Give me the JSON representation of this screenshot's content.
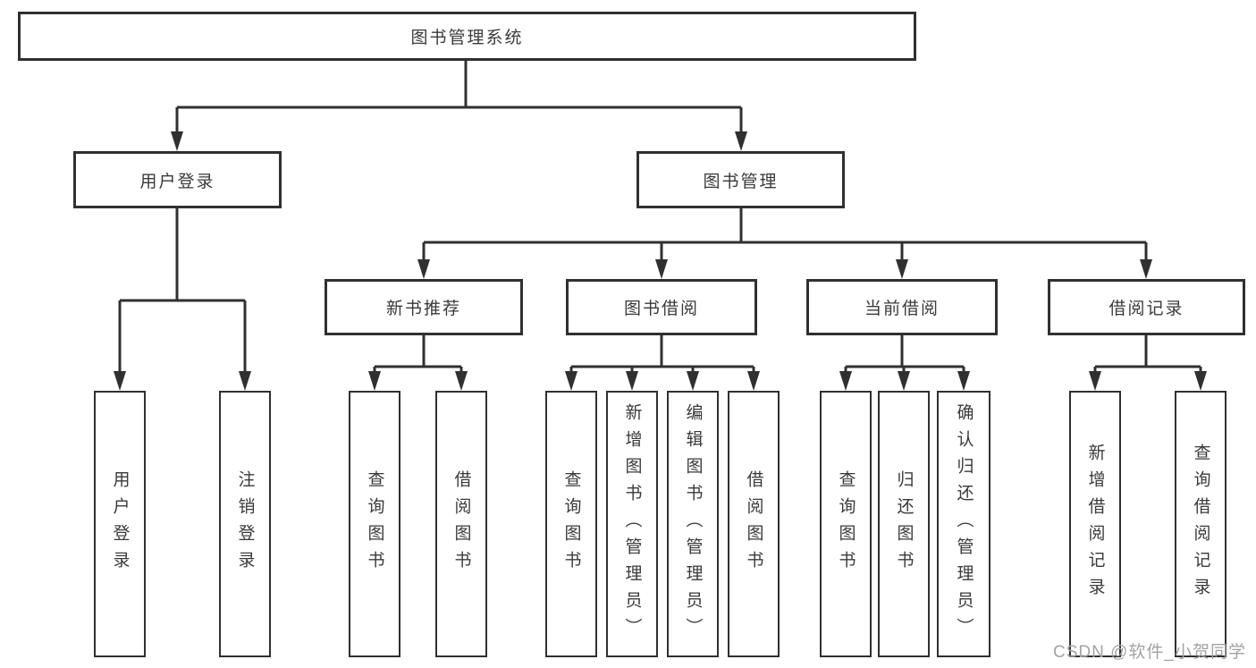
{
  "diagram": {
    "root": {
      "label": "图书管理系统"
    },
    "branches": [
      {
        "label": "用户登录",
        "children": [
          {
            "label": "用户登录"
          },
          {
            "label": "注销登录"
          }
        ]
      },
      {
        "label": "图书管理",
        "children": [
          {
            "label": "新书推荐",
            "children": [
              {
                "label": "查询图书"
              },
              {
                "label": "借阅图书"
              }
            ]
          },
          {
            "label": "图书借阅",
            "children": [
              {
                "label": "查询图书"
              },
              {
                "label": "新增图书（管理员）"
              },
              {
                "label": "编辑图书（管理员）"
              },
              {
                "label": "借阅图书"
              }
            ]
          },
          {
            "label": "当前借阅",
            "children": [
              {
                "label": "查询图书"
              },
              {
                "label": "归还图书"
              },
              {
                "label": "确认归还（管理员）"
              }
            ]
          },
          {
            "label": "借阅记录",
            "children": [
              {
                "label": "新增借阅记录"
              },
              {
                "label": "查询借阅记录"
              }
            ]
          }
        ]
      }
    ]
  },
  "watermark": {
    "text": "CSDN @软件_小贺同学"
  },
  "colors": {
    "line": "#303030",
    "text": "#3a3a3a",
    "box_bg": "#ffffff",
    "page_bg": "#ffffff",
    "watermark": "#a3a3a3"
  }
}
